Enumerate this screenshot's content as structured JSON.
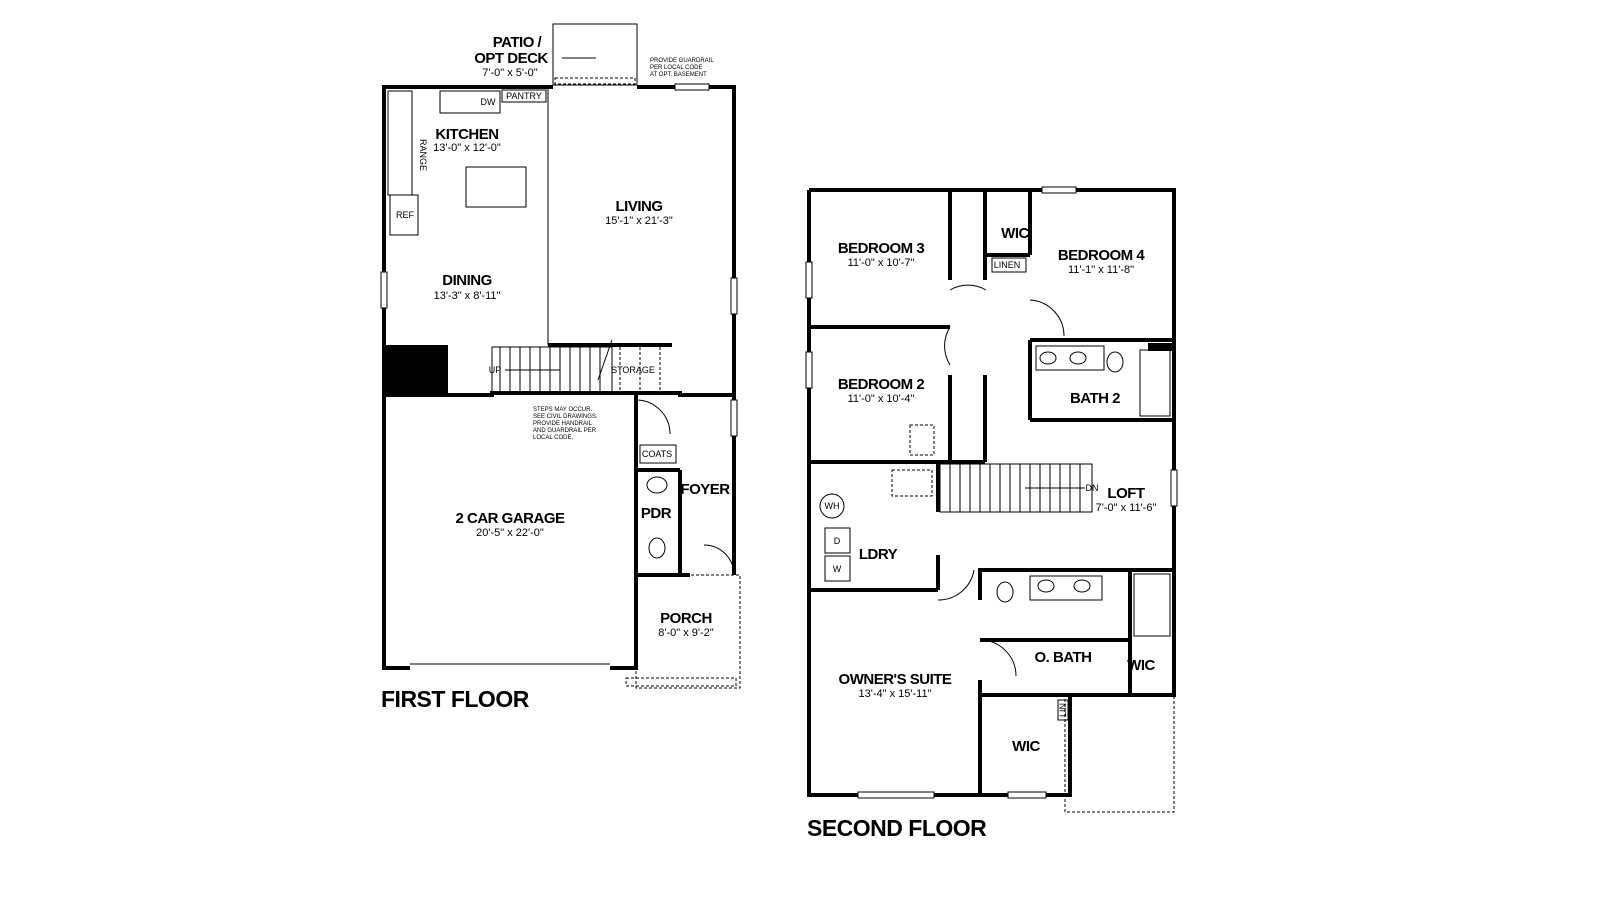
{
  "first_floor": {
    "title": "FIRST FLOOR",
    "rooms": {
      "patio": {
        "name": "PATIO / OPT DECK",
        "name_line1": "PATIO /",
        "name_line2": "OPT DECK",
        "size": "7'-0\" x 5'-0\""
      },
      "kitchen": {
        "name": "KITCHEN",
        "size": "13'-0\" x 12'-0\""
      },
      "living": {
        "name": "LIVING",
        "size": "15'-1\" x 21'-3\""
      },
      "dining": {
        "name": "DINING",
        "size": "13'-3\" x 8'-11\""
      },
      "garage": {
        "name": "2 CAR GARAGE",
        "size": "20'-5\" x 22'-0\""
      },
      "porch": {
        "name": "PORCH",
        "size": "8'-0\" x 9'-2\""
      },
      "foyer": {
        "name": "FOYER"
      },
      "pdr": {
        "name": "PDR"
      }
    },
    "small_labels": {
      "pantry": "PANTRY",
      "dw": "DW",
      "range": "RANGE",
      "ref": "REF",
      "up": "UP",
      "storage": "STORAGE",
      "coats": "COATS"
    },
    "notes": {
      "guardrail": [
        "PROVIDE GUARDRAIL",
        "PER LOCAL CODE",
        "AT OPT. BASEMENT"
      ],
      "steps": [
        "STEPS MAY OCCUR.",
        "SEE CIVIL DRAWINGS.",
        "PROVIDE HANDRAIL",
        "AND GUARDRAIL PER",
        "LOCAL CODE."
      ]
    }
  },
  "second_floor": {
    "title": "SECOND FLOOR",
    "rooms": {
      "bedroom3": {
        "name": "BEDROOM 3",
        "size": "11'-0\" x 10'-7\""
      },
      "bedroom4": {
        "name": "BEDROOM 4",
        "size": "11'-1\" x 11'-8\""
      },
      "bedroom2": {
        "name": "BEDROOM 2",
        "size": "11'-0\" x 10'-4\""
      },
      "bath2": {
        "name": "BATH 2"
      },
      "loft": {
        "name": "LOFT",
        "size": "7'-0\" x 11'-6\""
      },
      "ldry": {
        "name": "LDRY"
      },
      "owners_suite": {
        "name": "OWNER'S SUITE",
        "size": "13'-4\" x 15'-11\""
      },
      "obath": {
        "name": "O. BATH"
      },
      "wic_top": {
        "name": "WIC"
      },
      "wic_bath": {
        "name": "WIC"
      },
      "wic_owner": {
        "name": "WIC"
      }
    },
    "small_labels": {
      "linen": "LINEN",
      "lin": "LIN",
      "dn": "DN",
      "wh": "WH",
      "d": "D",
      "w": "W"
    }
  }
}
